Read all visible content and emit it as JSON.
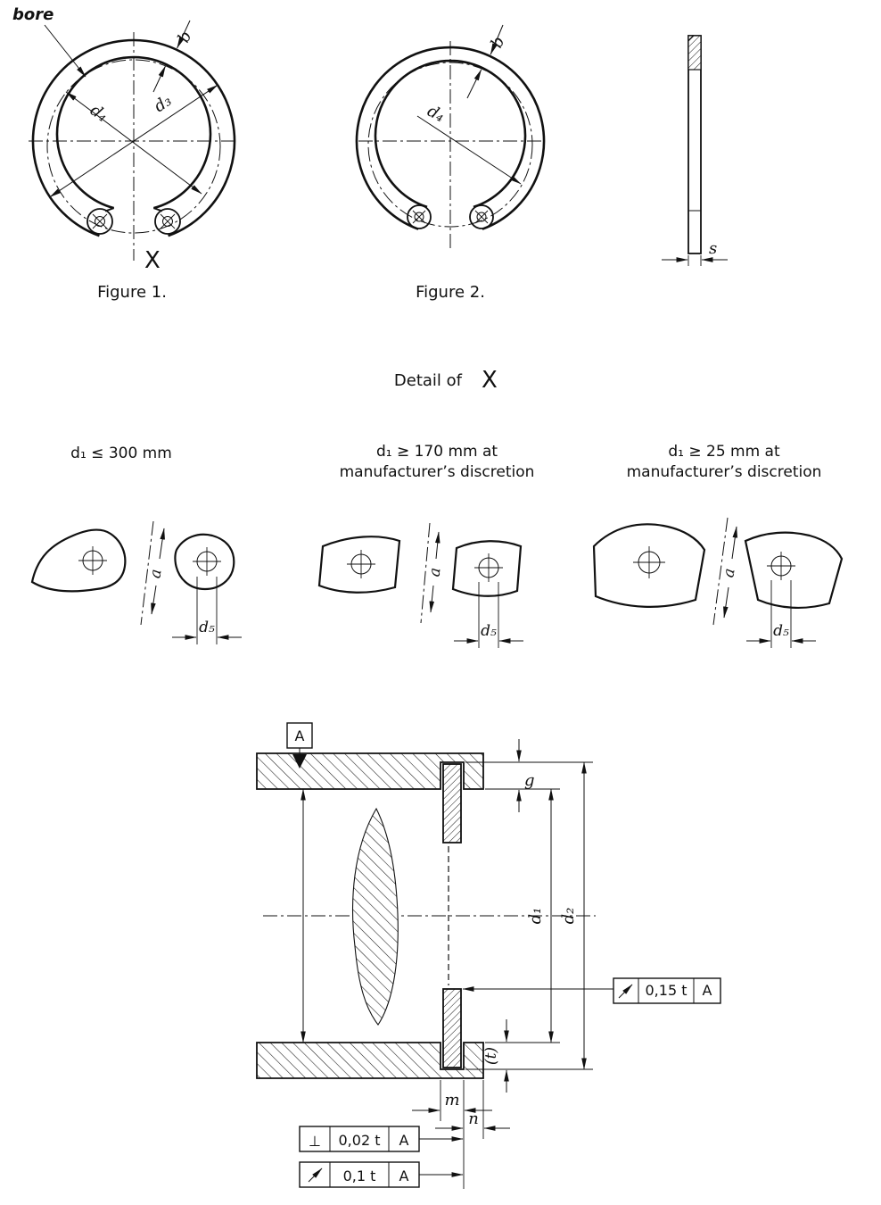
{
  "figure1": {
    "caption": "Figure 1.",
    "bore_label": "bore",
    "dim_b": "b",
    "dim_d3": "d₃",
    "dim_d4": "d₄",
    "x_marker": "X"
  },
  "figure2": {
    "caption": "Figure 2.",
    "dim_b": "b",
    "dim_d4": "d₄"
  },
  "side_view": {
    "dim_s": "s"
  },
  "detail_heading": {
    "prefix": "Detail of",
    "x": "X"
  },
  "details": [
    {
      "condition_line1": "d₁ ≤  300 mm",
      "dim_a": "a",
      "dim_d5": "d₅"
    },
    {
      "condition_line1": "d₁ ≥ 170 mm at",
      "condition_line2": "manufacturer’s discretion",
      "dim_a": "a",
      "dim_d5": "d₅"
    },
    {
      "condition_line1": "d₁ ≥ 25 mm at",
      "condition_line2": "manufacturer’s discretion",
      "dim_a": "a",
      "dim_d5": "d₅"
    }
  ],
  "installation": {
    "datum_label": "A",
    "dim_g": "g",
    "dim_d1": "d₁",
    "dim_d2": "d₂",
    "dim_m": "m",
    "dim_n": "n",
    "dim_t": "(t)",
    "tol_runout_mid": {
      "value": "0,15 t",
      "datum": "A"
    },
    "tol_perp": {
      "value": "0,02 t",
      "datum": "A"
    },
    "tol_runout_bottom": {
      "value": "0,1 t",
      "datum": "A"
    }
  },
  "colors": {
    "ink": "#111111",
    "paper": "#ffffff"
  }
}
